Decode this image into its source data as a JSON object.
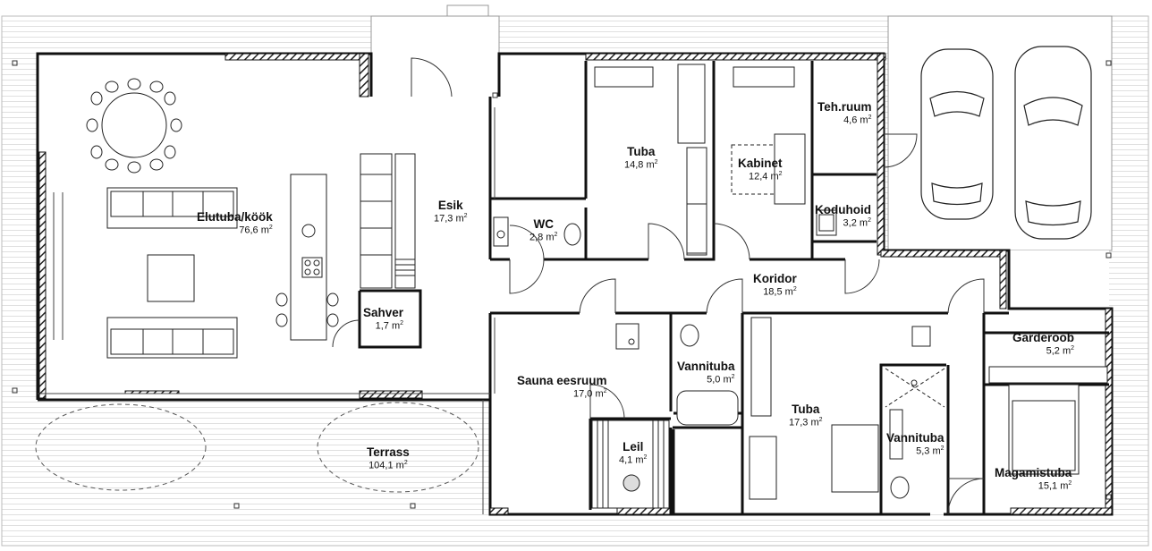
{
  "plan": {
    "rooms": [
      {
        "id": "elutuba",
        "name": "Elutuba/köök",
        "area": "76,6",
        "unit": "m"
      },
      {
        "id": "esik",
        "name": "Esik",
        "area": "17,3",
        "unit": "m"
      },
      {
        "id": "wc",
        "name": "WC",
        "area": "2,8",
        "unit": "m"
      },
      {
        "id": "tuba1",
        "name": "Tuba",
        "area": "14,8",
        "unit": "m"
      },
      {
        "id": "kabinet",
        "name": "Kabinet",
        "area": "12,4",
        "unit": "m"
      },
      {
        "id": "tehruum",
        "name": "Teh.ruum",
        "area": "4,6",
        "unit": "m"
      },
      {
        "id": "kodu",
        "name": "Koduhoid",
        "area": "3,2",
        "unit": "m"
      },
      {
        "id": "koridor",
        "name": "Koridor",
        "area": "18,5",
        "unit": "m"
      },
      {
        "id": "sahver",
        "name": "Sahver",
        "area": "1,7",
        "unit": "m"
      },
      {
        "id": "sauna",
        "name": "Sauna eesruum",
        "area": "17,0",
        "unit": "m"
      },
      {
        "id": "vann1",
        "name": "Vannituba",
        "area": "5,0",
        "unit": "m"
      },
      {
        "id": "tuba2",
        "name": "Tuba",
        "area": "17,3",
        "unit": "m"
      },
      {
        "id": "vann2",
        "name": "Vannituba",
        "area": "5,3",
        "unit": "m"
      },
      {
        "id": "garder",
        "name": "Garderoob",
        "area": "5,2",
        "unit": "m"
      },
      {
        "id": "magam",
        "name": "Magamistuba",
        "area": "15,1",
        "unit": "m"
      },
      {
        "id": "leil",
        "name": "Leil",
        "area": "4,1",
        "unit": "m"
      },
      {
        "id": "terrass",
        "name": "Terrass",
        "area": "104,1",
        "unit": "m"
      }
    ],
    "area_exponent": "2",
    "colors": {
      "wall": "#111111",
      "insulation": "#333333",
      "line": "#555555",
      "deck": "#d9d9d9"
    }
  }
}
